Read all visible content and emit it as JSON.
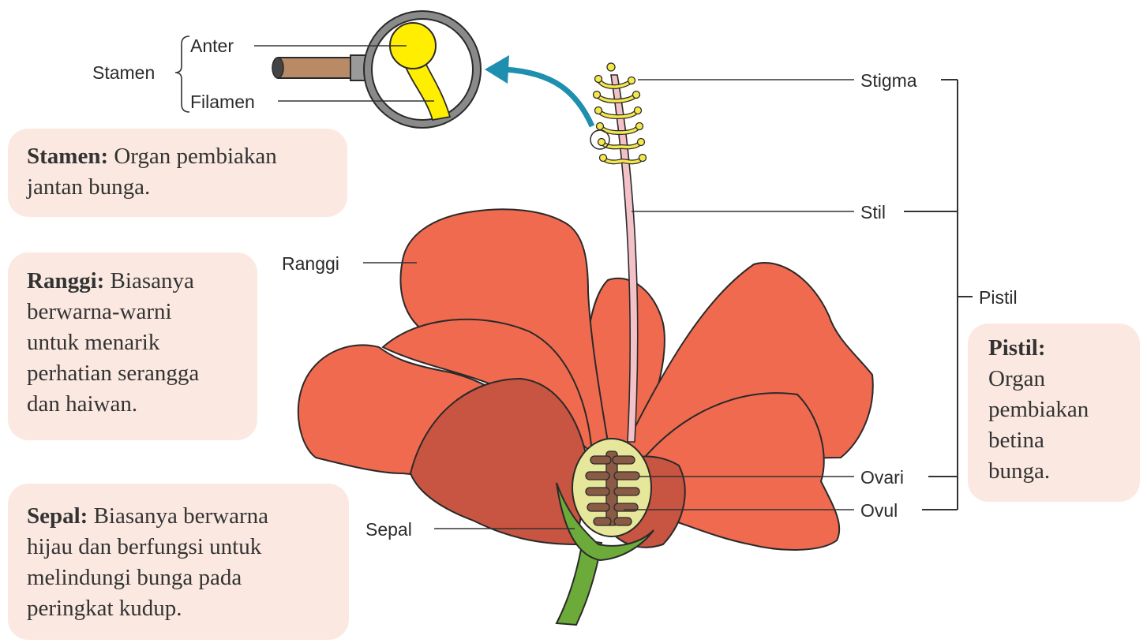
{
  "labels": {
    "stamen": "Stamen",
    "anter": "Anter",
    "filamen": "Filamen",
    "stigma": "Stigma",
    "stil": "Stil",
    "pistil": "Pistil",
    "ranggi": "Ranggi",
    "ovari": "Ovari",
    "ovul": "Ovul",
    "sepal": "Sepal"
  },
  "info_boxes": {
    "stamen": {
      "term": "Stamen:",
      "text": " Organ pembiakan\njantan bunga."
    },
    "ranggi": {
      "term": "Ranggi:",
      "text": " Biasanya\nberwarna-warni\nuntuk menarik\nperhatian serangga\ndan haiwan."
    },
    "sepal": {
      "term": "Sepal:",
      "text": " Biasanya berwarna\nhijau dan berfungsi untuk\nmelindungi bunga pada\nperingkat kudup."
    },
    "pistil": {
      "term": "Pistil:",
      "text": "\nOrgan\npembiakan\nbetina\nbunga."
    }
  },
  "colors": {
    "petal": "#f06a4f",
    "petal_shadow": "#c85442",
    "outline": "#2a2a2a",
    "stigma_yellow": "#f5e84a",
    "anther_yellow": "#ffee00",
    "style_pink": "#f3c2c8",
    "ovary": "#e6e79a",
    "ovule": "#8a5a44",
    "sepal_green": "#6cab3a",
    "arrow": "#1e8fae",
    "box_bg": "#fbe9e1"
  },
  "icons": {
    "magnifier": "magnifier-icon",
    "arrow": "curved-arrow-icon"
  }
}
